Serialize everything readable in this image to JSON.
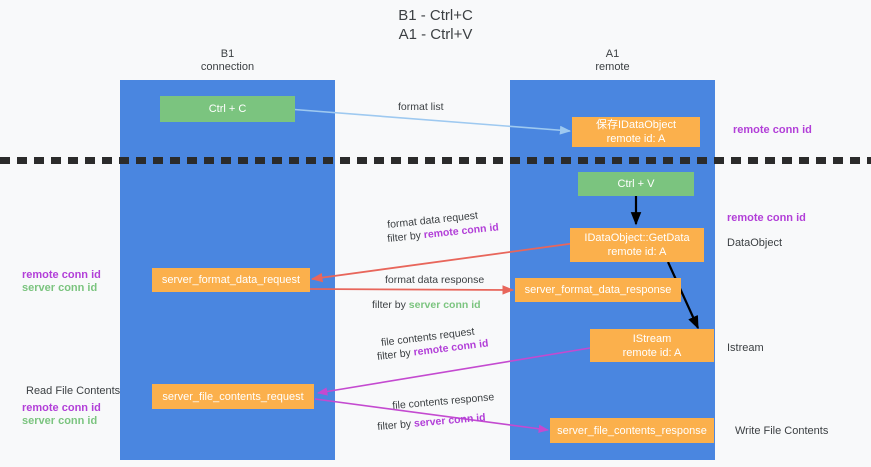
{
  "title": {
    "line1": "B1 - Ctrl+C",
    "line2": "A1 - Ctrl+V"
  },
  "lanes": [
    {
      "name": "B1",
      "sub": "connection"
    },
    {
      "name": "A1",
      "sub": "remote"
    }
  ],
  "boxes": {
    "ctrl_c": "Ctrl + C",
    "save_idataobject_l1": "保存IDataObject",
    "save_idataobject_l2": "remote id: A",
    "ctrl_v": "Ctrl + V",
    "getdata_l1": "IDataObject::GetData",
    "getdata_l2": "remote id: A",
    "server_format_data_request": "server_format_data_request",
    "server_format_data_response": "server_format_data_response",
    "istream_l1": "IStream",
    "istream_l2": "remote id: A",
    "server_file_contents_request": "server_file_contents_request",
    "server_file_contents_response": "server_file_contents_response"
  },
  "edges": {
    "format_list": "format list",
    "format_data_request": "format data request",
    "format_data_request_filter_pre": "filter by ",
    "format_data_request_filter_key": "remote conn id",
    "format_data_response": "format data response",
    "format_data_response_filter_pre": "filter by ",
    "format_data_response_filter_key": "server conn id",
    "file_contents_request": "file contents request",
    "file_contents_request_filter_pre": "filter by ",
    "file_contents_request_filter_key": "remote conn id",
    "file_contents_response": "file contents response",
    "file_contents_response_filter_pre": "filter by ",
    "file_contents_response_filter_key": "server conn id"
  },
  "annotations": {
    "right_remote_conn_id_top": "remote conn id",
    "right_remote_conn_id_mid": "remote conn id",
    "right_dataobject": "DataObject",
    "right_istream": "Istream",
    "right_write_file_contents": "Write File Contents",
    "left_remote_conn_id_mid": "remote conn id",
    "left_server_conn_id_mid": "server conn id",
    "left_read_file_contents": "Read File Contents",
    "left_remote_conn_id_bottom": "remote conn id",
    "left_server_conn_id_bottom": "server conn id"
  },
  "colors": {
    "lane": "#4a86e0",
    "green_box": "#7bc47f",
    "orange_box": "#fbb04c",
    "purple": "#b23fd8",
    "red_arrow": "#e8665b",
    "magenta_arrow": "#c44ad0",
    "light_blue_arrow": "#9ec9f0",
    "black_arrow": "#000000",
    "background": "#f8f9fa"
  }
}
